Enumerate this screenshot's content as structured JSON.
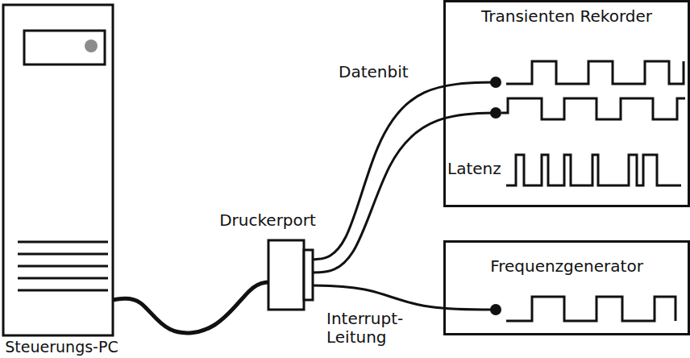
{
  "diagram": {
    "nodes": [
      {
        "text": [
          "Steuerungs-PC"
        ]
      },
      {
        "text": [
          "Druckerport"
        ]
      },
      {
        "text": [
          "Transienten Rekorder"
        ]
      },
      {
        "text": [
          "Frequenzgenerator"
        ]
      }
    ],
    "edges": [
      {
        "from": 0,
        "to": 1,
        "arrow": "none"
      },
      {
        "from": 1,
        "to": 2,
        "label": "Datenbit",
        "arrow": "none"
      },
      {
        "from": 1,
        "to": 2,
        "arrow": "none"
      },
      {
        "from": 1,
        "to": 3,
        "label": "Interrupt- Leitung",
        "arrow": "none"
      }
    ],
    "labels": [
      "Latenz"
    ]
  }
}
